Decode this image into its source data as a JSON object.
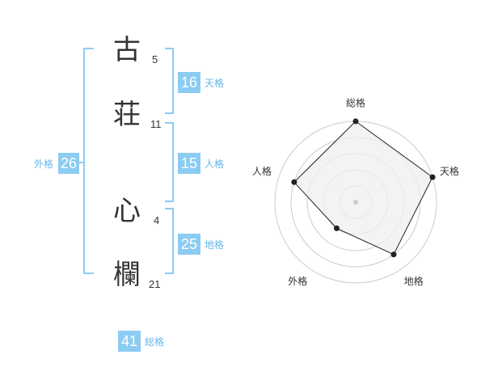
{
  "name": {
    "chars": [
      {
        "char": "古",
        "strokes": "5"
      },
      {
        "char": "荘",
        "strokes": "11"
      },
      {
        "char": "心",
        "strokes": "4"
      },
      {
        "char": "欄",
        "strokes": "21"
      }
    ]
  },
  "fortunes": {
    "tenkaku": {
      "value": "16",
      "label": "天格"
    },
    "jinkaku": {
      "value": "15",
      "label": "人格"
    },
    "chikaku": {
      "value": "25",
      "label": "地格"
    },
    "gaikaku": {
      "value": "26",
      "label": "外格"
    },
    "soukaku": {
      "value": "41",
      "label": "総格"
    }
  },
  "colors": {
    "accent": "#8cccf2",
    "accent_text": "#66b7ea",
    "bracket": "#8cccf2",
    "text": "#333333"
  },
  "chart_data": {
    "type": "radar",
    "axes": [
      "総格",
      "天格",
      "地格",
      "外格",
      "人格"
    ],
    "values": [
      5,
      5,
      4,
      2,
      4
    ],
    "range": [
      0,
      5
    ],
    "grid_rings": 5,
    "colors": {
      "fill": "#efefef",
      "line": "#222222",
      "grid": "#cccccc",
      "point": "#222222"
    }
  }
}
